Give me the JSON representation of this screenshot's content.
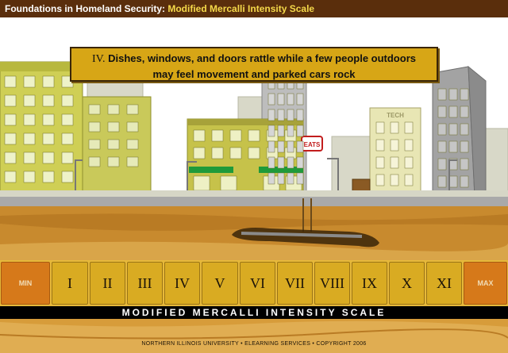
{
  "header": {
    "course": "Foundations in Homeland Security:",
    "module": "Modified Mercalli Intensity Scale"
  },
  "info": {
    "level": "IV.",
    "text_line1": "Dishes, windows, and doors rattle while a few people outdoors",
    "text_line2": "may feel movement and parked cars rock"
  },
  "signs": {
    "eats": "EATS",
    "tech": "TECH"
  },
  "scale": {
    "min_label": "MIN",
    "max_label": "MAX",
    "levels": [
      "I",
      "II",
      "III",
      "IV",
      "V",
      "VI",
      "VII",
      "VIII",
      "IX",
      "X",
      "XI"
    ],
    "title": "MODIFIED MERCALLI INTENSITY SCALE"
  },
  "footer": {
    "text": "NORTHERN ILLINOIS UNIVERSITY  •  ELEARNING SERVICES  •  COPYRIGHT 2006"
  },
  "colors": {
    "header_bg": "#5a2e0c",
    "accent_yellow": "#f5d94a",
    "scale_cell": "#d9ab22",
    "scale_end": "#d6791a",
    "ground": "#c88a2e"
  }
}
